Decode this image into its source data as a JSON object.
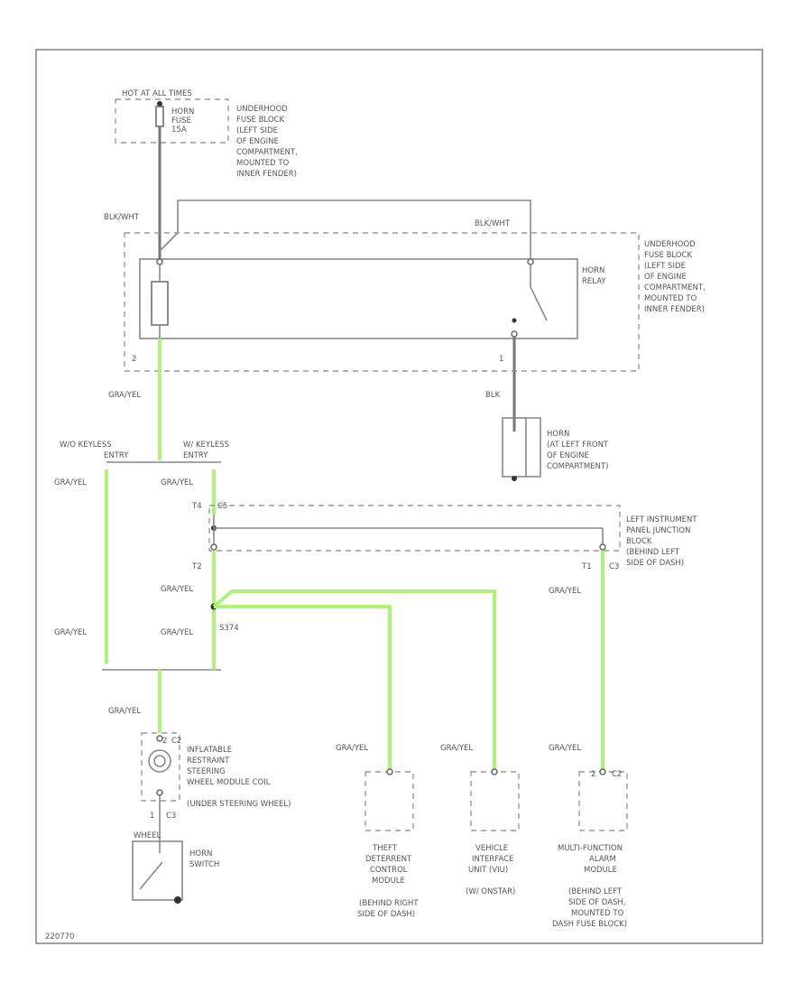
{
  "fuse_header": "HOT AT ALL TIMES",
  "horn_fuse": [
    "HORN",
    "FUSE",
    "15A"
  ],
  "underhood_fuse_block_top": [
    "UNDERHOOD",
    "FUSE BLOCK",
    "(LEFT SIDE",
    "OF ENGINE",
    "COMPARTMENT,",
    "MOUNTED TO",
    "INNER FENDER)"
  ],
  "underhood_fuse_block_right": [
    "UNDERHOOD",
    "FUSE BLOCK",
    "(LEFT SIDE",
    "OF ENGINE",
    "COMPARTMENT,",
    "MOUNTED TO",
    "INNER FENDER)"
  ],
  "horn_relay": [
    "HORN",
    "RELAY"
  ],
  "horn": [
    "HORN",
    "(AT LEFT FRONT",
    "OF ENGINE",
    "COMPARTMENT)"
  ],
  "ipjb": [
    "LEFT INSTRUMENT",
    "PANEL JUNCTION",
    "BLOCK",
    "(BEHIND LEFT",
    "SIDE OF DASH)"
  ],
  "steering_module": [
    "INFLATABLE",
    "RESTRAINT",
    "STEERING",
    "WHEEL MODULE COIL",
    "(UNDER STEERING WHEEL)"
  ],
  "horn_switch": [
    "HORN",
    "SWITCH"
  ],
  "theft_module": [
    "THEFT",
    "DETERRENT",
    "CONTROL",
    "MODULE",
    "(BEHIND RIGHT",
    "SIDE OF DASH)"
  ],
  "viu": [
    "VEHICLE",
    "INTERFACE",
    "UNIT (VIU)",
    "(W/ ONSTAR)"
  ],
  "mfam": [
    "MULTI-FUNCTION",
    "ALARM",
    "MODULE",
    "(BEHIND LEFT",
    "SIDE OF DASH,",
    "MOUNTED TO",
    "DASH FUSE BLOCK)"
  ],
  "wire_labels": {
    "blk_wht": "BLK/WHT",
    "blk": "BLK",
    "gra_yel": "GRA/YEL",
    "wo_keyless": [
      "W/O KEYLESS",
      "ENTRY"
    ],
    "w_keyless": [
      "W/ KEYLESS",
      "ENTRY"
    ]
  },
  "pins": {
    "relay_left": "2",
    "relay_right": "1",
    "ipjb_top": "T4",
    "ipjb_top_conn": "C5",
    "ipjb_left": "T2",
    "ipjb_right": "T1",
    "ipjb_right_conn": "C3",
    "splice": "S374",
    "coil_top": "2",
    "coil_top_conn": "C2",
    "coil_bottom": "1",
    "coil_bottom_conn": "C3",
    "mfam_pin": "2",
    "mfam_conn": "C2"
  },
  "switch_label": "WHEEL",
  "footer_code": "220770"
}
